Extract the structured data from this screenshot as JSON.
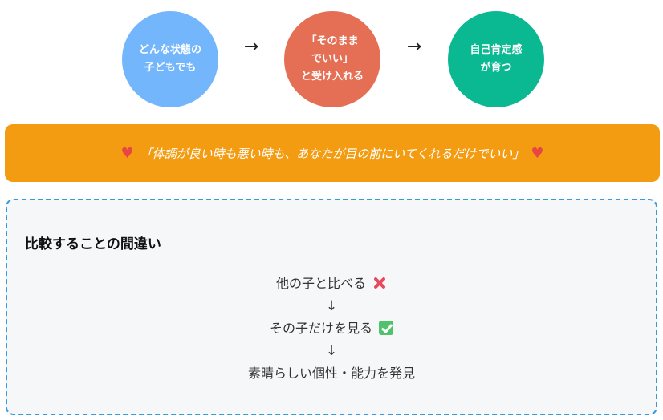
{
  "flow": {
    "steps": [
      {
        "lines": [
          "どんな状態の",
          "子どもでも"
        ],
        "color": "#74b6fb"
      },
      {
        "lines": [
          "「そのまま",
          "でいい」",
          "と受け入れる"
        ],
        "color": "#e56f55"
      },
      {
        "lines": [
          "自己肯定感",
          "が育つ"
        ],
        "color": "#0ab891"
      }
    ],
    "arrow": "→"
  },
  "quote": {
    "text": "「体調が良い時も悪い時も、あなたが目の前にいてくれるだけでいい」",
    "heart": "♥",
    "heart_color": "#e84545",
    "background": "#f39c12"
  },
  "comparison": {
    "title": "比較することの間違い",
    "border_color": "#3a9ad9",
    "wrong": "他の子と比べる",
    "wrong_icon": "cross-mark-icon",
    "right": "その子だけを見る",
    "right_icon": "check-mark-icon",
    "result": "素晴らしい個性・能力を発見",
    "down_arrow": "↓"
  }
}
